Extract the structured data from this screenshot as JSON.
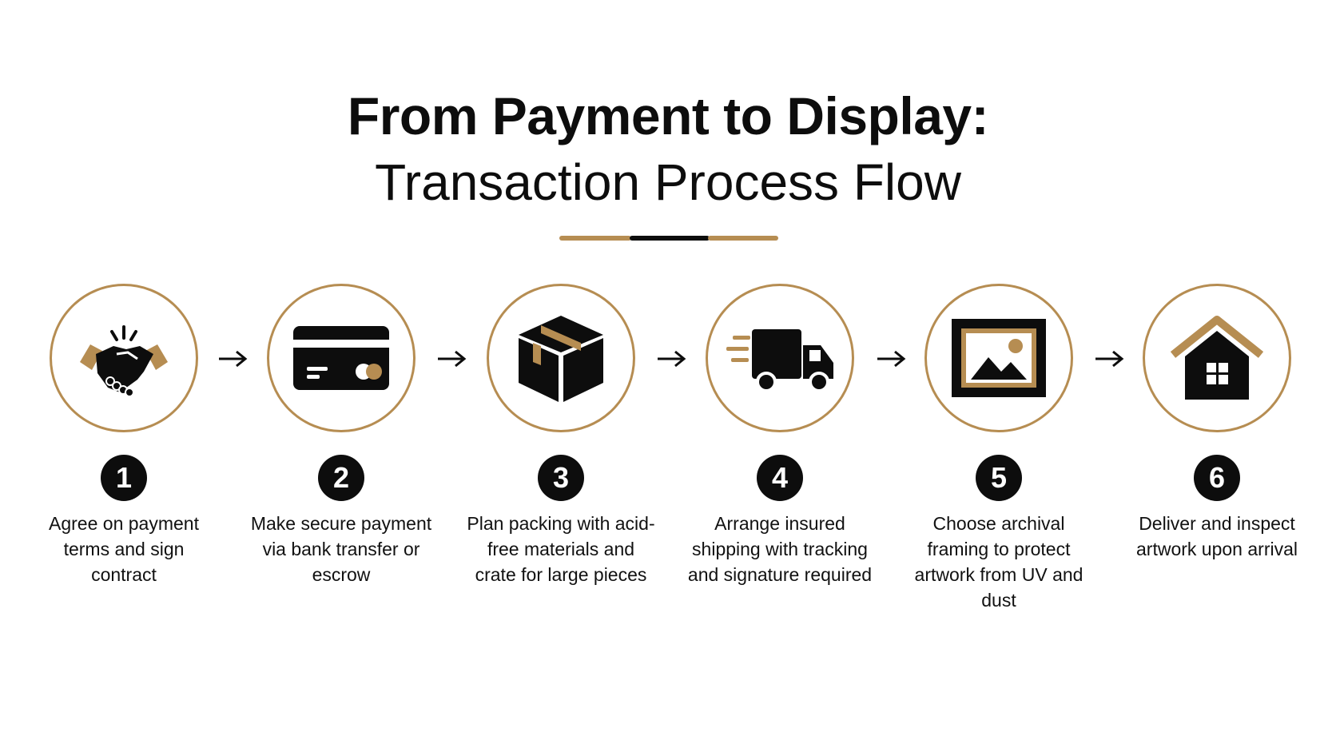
{
  "heading": {
    "title": "From Payment to Display:",
    "subtitle": "Transaction Process Flow"
  },
  "colors": {
    "accent": "#b68d52",
    "dark": "#0d0d0d",
    "background": "#ffffff"
  },
  "steps": [
    {
      "number": "1",
      "icon": "handshake-icon",
      "text": "Agree on payment terms and sign contract"
    },
    {
      "number": "2",
      "icon": "credit-card-icon",
      "text": "Make secure payment via bank transfer or escrow"
    },
    {
      "number": "3",
      "icon": "package-box-icon",
      "text": "Plan packing with acid-free materials and crate for large pieces"
    },
    {
      "number": "4",
      "icon": "delivery-truck-icon",
      "text": "Arrange insured shipping with tracking and signature required"
    },
    {
      "number": "5",
      "icon": "framed-picture-icon",
      "text": "Choose archival framing to protect artwork from UV and dust"
    },
    {
      "number": "6",
      "icon": "house-icon",
      "text": "Deliver and inspect artwork upon arrival"
    }
  ]
}
